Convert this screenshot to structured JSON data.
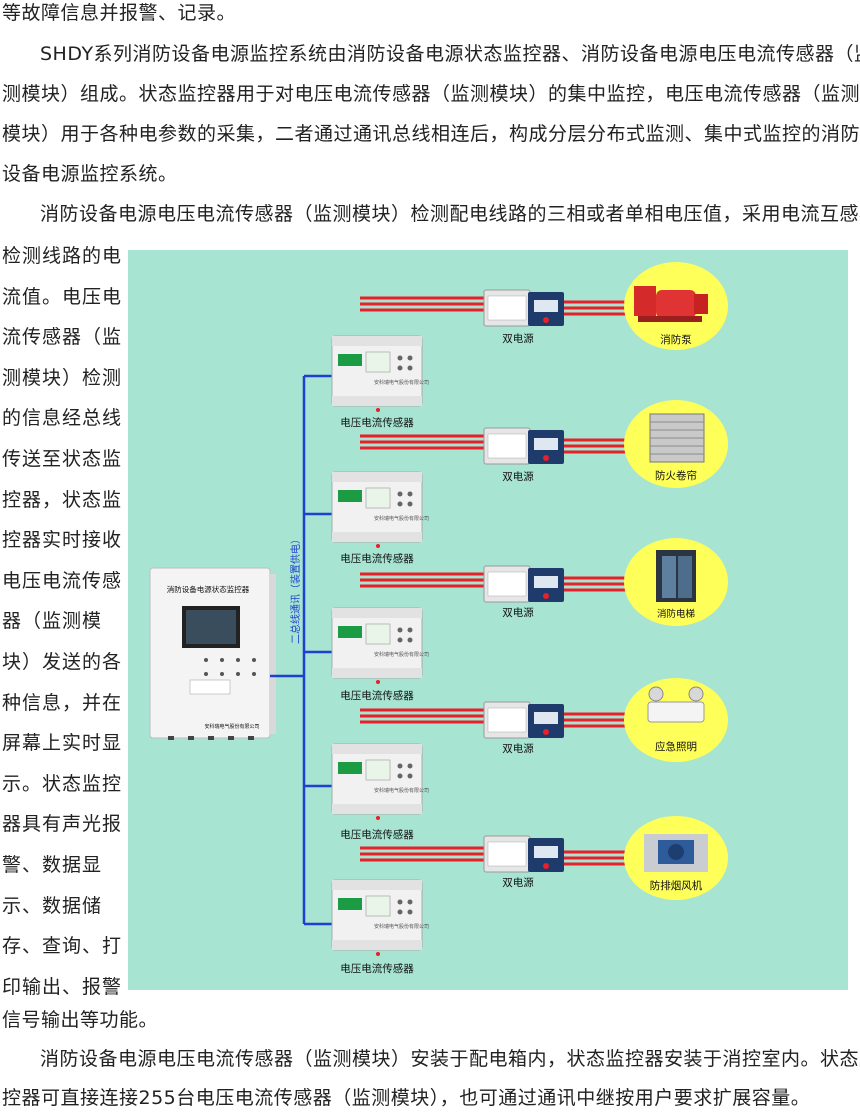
{
  "paragraphs": {
    "p0": "等故障信息并报警、记录。",
    "p1": [
      "SHDY系列消防设备电源监控系统由消防设备电源状态监控器、消防设备电源电压电流传感器（监",
      "测模块）组成。状态监控器用于对电压电流传感器（监测模块）的集中监控，电压电流传感器（监测",
      "模块）用于各种电参数的采集，二者通过通讯总线相连后，构成分层分布式监测、集中式监控的消防",
      "设备电源监控系统。"
    ],
    "p2_first": "消防设备电源电压电流传感器（监测模块）检测配电线路的三相或者单相电压值，采用电流互感器",
    "p2_side": [
      "检测线路的电",
      "流值。电压电",
      "流传感器（监",
      "测模块）检测",
      "的信息经总线",
      "传送至状态监",
      "控器，状态监",
      "控器实时接收",
      "电压电流传感",
      "器（监测模",
      "块）发送的各",
      "种信息，并在",
      "屏幕上实时显",
      "示。状态监控",
      "器具有声光报",
      "警、数据显",
      "示、数据储",
      "存、查询、打",
      "印输出、报警"
    ],
    "p2_last": "信号输出等功能。",
    "p3": [
      "消防设备电源电压电流传感器（监测模块）安装于配电箱内，状态监控器安装于消控室内。状态监",
      "控器可直接连接255台电压电流传感器（监测模块），也可通过通讯中继按用户要求扩展容量。"
    ]
  },
  "diagram": {
    "monitor_title": "消防设备电源状态监控器",
    "monitor_footer": "安科瑞电气股份有限公司",
    "bus_label": "二总线通讯（装置供电）",
    "sensor_label": "电压电流传感器",
    "dual_power_label": "双电源",
    "loads": [
      "消防泵",
      "防火卷帘",
      "消防电梯",
      "应急照明",
      "防排烟风机"
    ],
    "colors": {
      "background": "#a7e5d2",
      "power_line": "#e8202a",
      "bus_line": "#1f3fd0",
      "ellipse": "#ffff5a"
    }
  }
}
